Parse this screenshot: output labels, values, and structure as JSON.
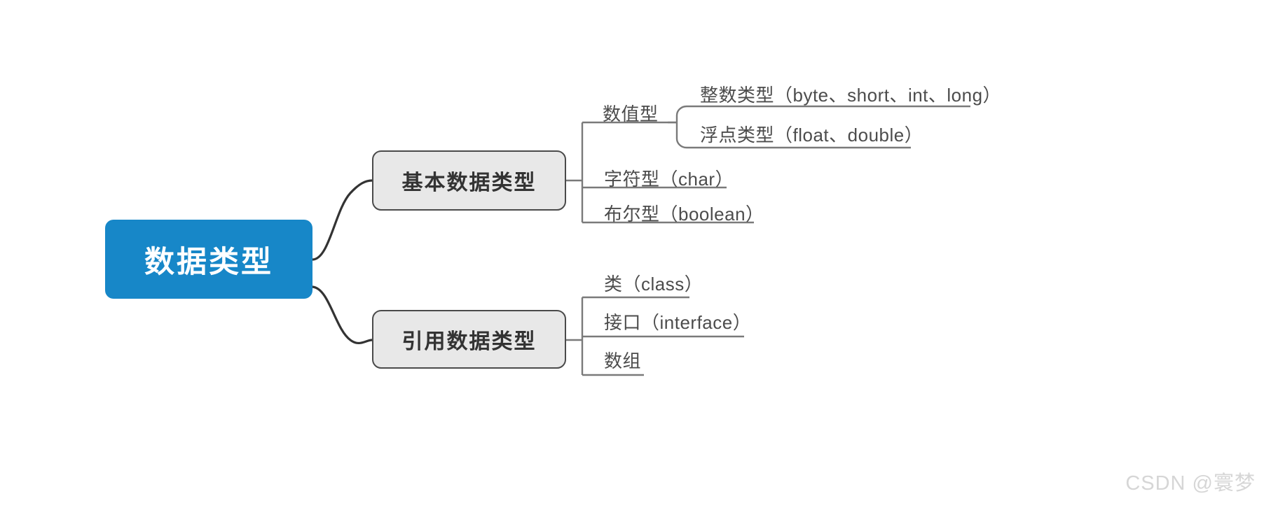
{
  "diagram": {
    "type": "mind-map",
    "root": {
      "label": "数据类型",
      "color": "#1787c8",
      "text_color": "#ffffff"
    },
    "branches": [
      {
        "label": "基本数据类型",
        "children": [
          {
            "label": "数值型",
            "children": [
              {
                "label": "整数类型（byte、short、int、long）"
              },
              {
                "label": "浮点类型（float、double）"
              }
            ]
          },
          {
            "label": "字符型（char）"
          },
          {
            "label": "布尔型（boolean）"
          }
        ]
      },
      {
        "label": "引用数据类型",
        "children": [
          {
            "label": "类（class）"
          },
          {
            "label": "接口（interface）"
          },
          {
            "label": "数组"
          }
        ]
      }
    ],
    "node_style": {
      "branch_fill": "#e8e8e8",
      "branch_border": "#4a4a4a",
      "leaf_text": "#4c4c4c",
      "link_color": "#7a7a7a",
      "trunk_color": "#333333"
    }
  },
  "watermark": {
    "text": "CSDN @寰梦"
  }
}
